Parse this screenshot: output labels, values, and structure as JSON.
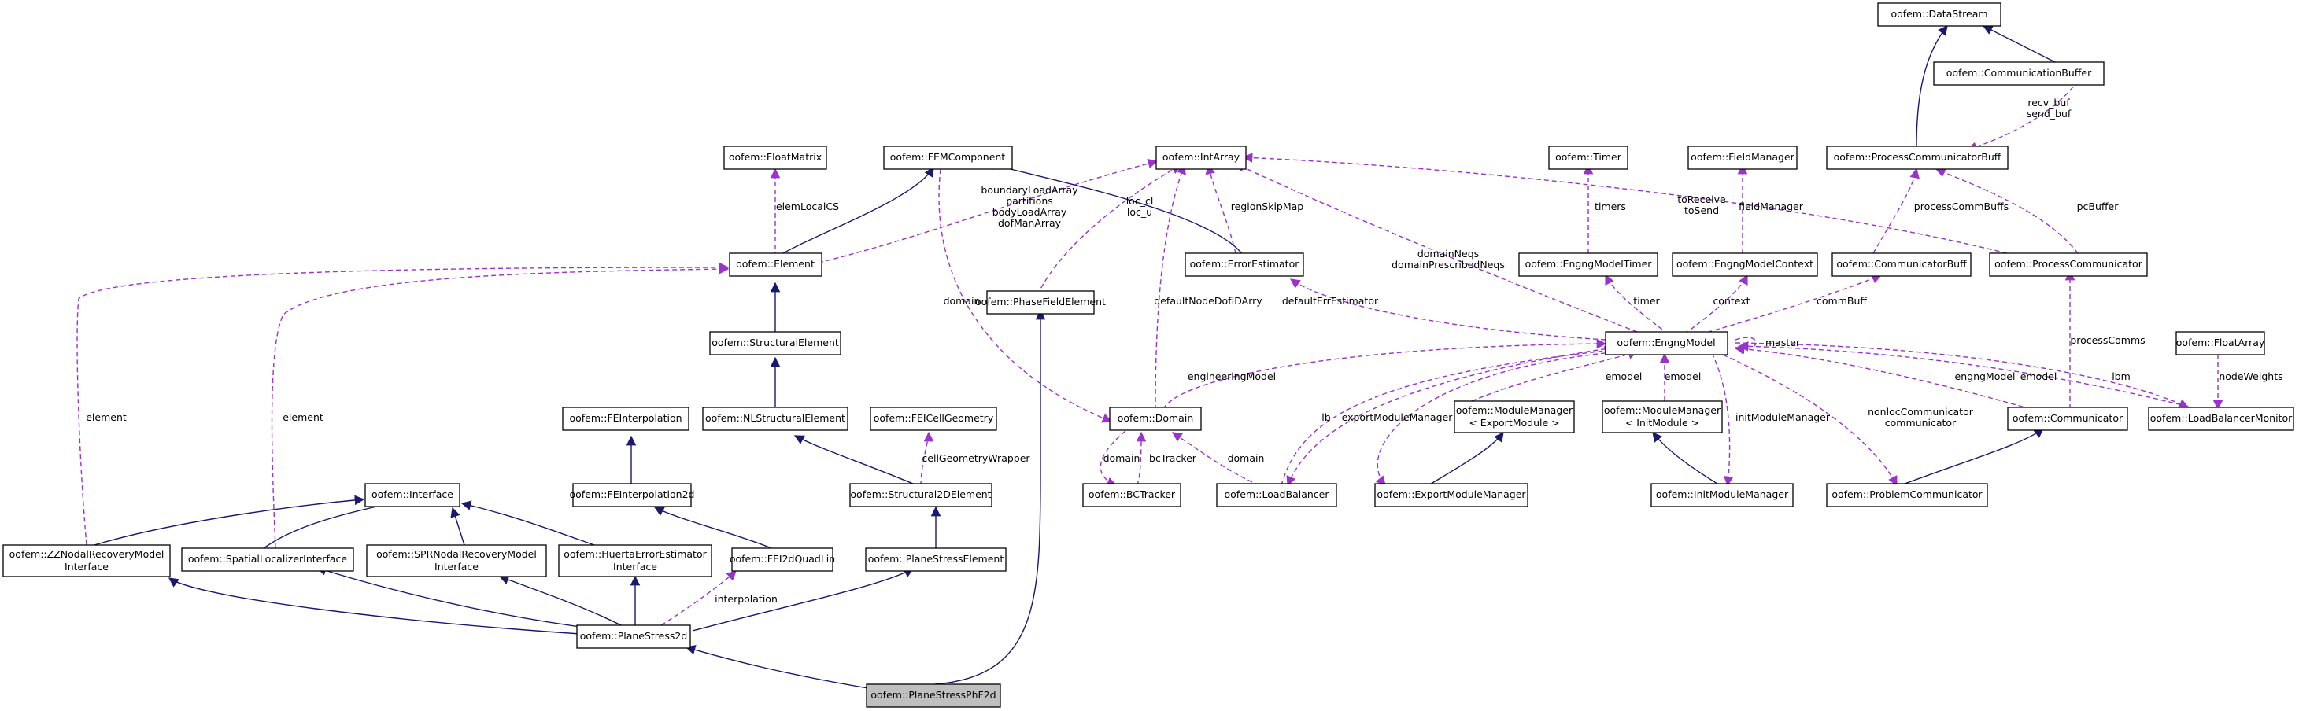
{
  "colors": {
    "inheritance_edge": "#191970",
    "usage_edge": "#9a32cd",
    "root_fill": "#bfbfbf",
    "node_fill": "#ffffff",
    "node_border": "#000000"
  },
  "nodes": {
    "datastream": "oofem::DataStream",
    "communicationbuffer": "oofem::CommunicationBuffer",
    "processcommunicatorbuff": "oofem::ProcessCommunicatorBuff",
    "floatmatrix": "oofem::FloatMatrix",
    "femcomponent": "oofem::FEMComponent",
    "intarray": "oofem::IntArray",
    "timer": "oofem::Timer",
    "fieldmanager": "oofem::FieldManager",
    "element": "oofem::Element",
    "phasefieldelement": "oofem::PhaseFieldElement",
    "errorestimator": "oofem::ErrorEstimator",
    "engngmodeltimer": "oofem::EngngModelTimer",
    "engngmodelcontext": "oofem::EngngModelContext",
    "communicatorbuff": "oofem::CommunicatorBuff",
    "processcommunicator": "oofem::ProcessCommunicator",
    "structuralelement": "oofem::StructuralElement",
    "engngmodel": "oofem::EngngModel",
    "floatarray": "oofem::FloatArray",
    "nlstructuralelement": "oofem::NLStructuralElement",
    "domain": "oofem::Domain",
    "feinterpolation": "oofem::FEInterpolation",
    "feicellgeometry": "oofem::FEICellGeometry",
    "modulemanager_export": [
      "oofem::ModuleManager",
      "< ExportModule >"
    ],
    "modulemanager_init": [
      "oofem::ModuleManager",
      "< InitModule >"
    ],
    "communicator": "oofem::Communicator",
    "loadbalancermonitor": "oofem::LoadBalancerMonitor",
    "interface": "oofem::Interface",
    "feinterpolation2d": "oofem::FEInterpolation2d",
    "structural2delement": "oofem::Structural2DElement",
    "bctracker": "oofem::BCTracker",
    "loadbalancer": "oofem::LoadBalancer",
    "exportmodulemanager": "oofem::ExportModuleManager",
    "initmodulemanager": "oofem::InitModuleManager",
    "problemcommunicator": "oofem::ProblemCommunicator",
    "zznodalrecovery": [
      "oofem::ZZNodalRecoveryModel",
      "Interface"
    ],
    "spatiallocalizer": "oofem::SpatialLocalizerInterface",
    "sprnodalrecovery": [
      "oofem::SPRNodalRecoveryModel",
      "Interface"
    ],
    "huertaerrorestimator": [
      "oofem::HuertaErrorEstimator",
      "Interface"
    ],
    "fei2dquadlin": "oofem::FEI2dQuadLin",
    "planestresselement": "oofem::PlaneStressElement",
    "planestress2d": "oofem::PlaneStress2d",
    "planestressphf2d": "oofem::PlaneStressPhF2d"
  },
  "edge_labels": {
    "recv_send_buf": [
      "recv_buf",
      "send_buf"
    ],
    "elemLocalCS": "elemLocalCS",
    "element_arrays": [
      "boundaryLoadArray",
      "partitions",
      "bodyLoadArray",
      "dofManArray"
    ],
    "loc": [
      "loc_cl",
      "loc_u"
    ],
    "regionSkipMap": "regionSkipMap",
    "timers": "timers",
    "fieldManager": "fieldManager",
    "toReceive_toSend": [
      "toReceive",
      "toSend"
    ],
    "processCommBuffs": "processCommBuffs",
    "pcBuffer": "pcBuffer",
    "domainNeqs": [
      "domainNeqs",
      "domainPrescribedNeqs"
    ],
    "timer": "timer",
    "context": "context",
    "commBuff": "commBuff",
    "domain": "domain",
    "defaultNodeDofIDArry": "defaultNodeDofIDArry",
    "defaultErrEstimator": "defaultErrEstimator",
    "processComms": "processComms",
    "master": "master",
    "engineeringModel": "engineeringModel",
    "emodel_export": "emodel",
    "emodel_init": "emodel",
    "engngModel": "engngModel",
    "emodel_lb": "emodel",
    "lbm": "lbm",
    "nodeWeights": "nodeWeights",
    "element_zz": "element",
    "element_spatial": "element",
    "lb": "lb",
    "exportModuleManager": "exportModuleManager",
    "initModuleManager": "initModuleManager",
    "nonloc_communicator": [
      "nonlocCommunicator",
      "communicator"
    ],
    "cellGeometryWrapper": "cellGeometryWrapper",
    "domain_bc": "domain",
    "bcTracker": "bcTracker",
    "domain_lb": "domain",
    "interpolation": "interpolation"
  }
}
